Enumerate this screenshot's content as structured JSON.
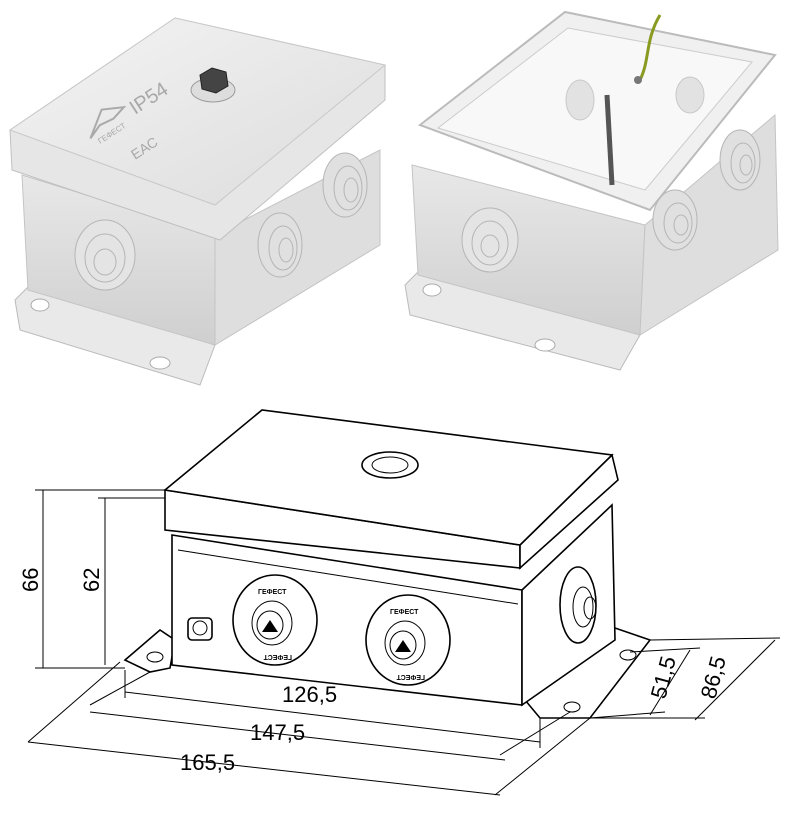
{
  "photos": {
    "closed_box": {
      "lid_marking": "IP54",
      "brand_logo_text": "ГЕФЕСТ",
      "cert_mark": "ЕАС"
    },
    "open_box": {}
  },
  "drawing": {
    "gland_label": "ГЕФЕСТ",
    "dimensions": {
      "height_total": "66",
      "height_body": "62",
      "length_inner": "126,5",
      "length_mid": "147,5",
      "length_total": "165,5",
      "depth_inner": "51,5",
      "depth_total": "86,5"
    }
  },
  "colors": {
    "box": "#eeeeee",
    "shade": "#d6d6d6",
    "line": "#000000"
  }
}
